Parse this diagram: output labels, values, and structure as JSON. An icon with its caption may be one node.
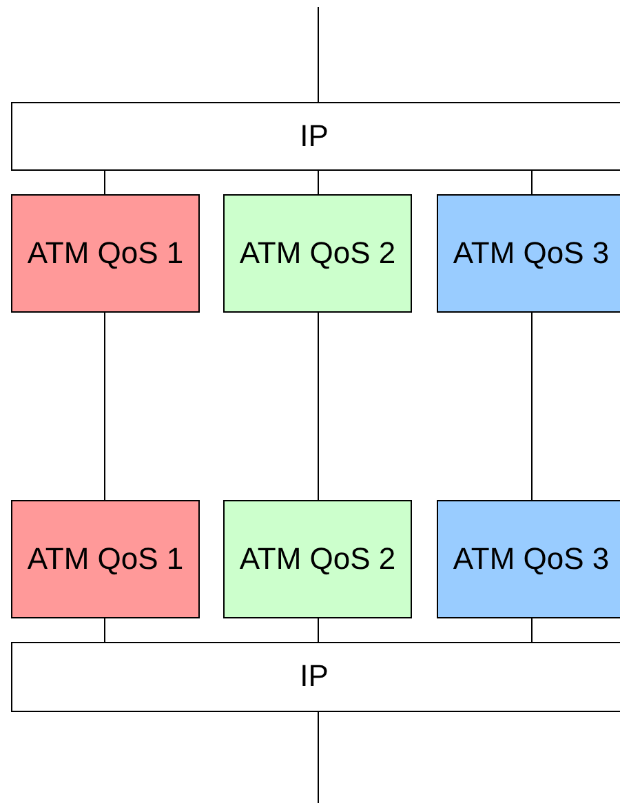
{
  "diagram": {
    "nodes": [
      {
        "text": [
          "IP"
        ]
      },
      {
        "text": [
          "ATM QoS 1"
        ]
      },
      {
        "text": [
          "ATM QoS 2"
        ]
      },
      {
        "text": [
          "ATM QoS 3"
        ]
      },
      {
        "text": [
          "ATM QoS 1"
        ]
      },
      {
        "text": [
          "ATM QoS 2"
        ]
      },
      {
        "text": [
          "ATM QoS 3"
        ]
      },
      {
        "text": [
          "IP"
        ]
      }
    ],
    "edges": [
      {
        "from": null,
        "to": 0,
        "arrow": "none"
      },
      {
        "from": 0,
        "to": 1,
        "arrow": "none"
      },
      {
        "from": 0,
        "to": 2,
        "arrow": "none"
      },
      {
        "from": 0,
        "to": 3,
        "arrow": "none"
      },
      {
        "from": 1,
        "to": 4,
        "arrow": "none"
      },
      {
        "from": 2,
        "to": 5,
        "arrow": "none"
      },
      {
        "from": 3,
        "to": 6,
        "arrow": "none"
      },
      {
        "from": 4,
        "to": 7,
        "arrow": "none"
      },
      {
        "from": 5,
        "to": 7,
        "arrow": "none"
      },
      {
        "from": 6,
        "to": 7,
        "arrow": "none"
      },
      {
        "from": 7,
        "to": null,
        "arrow": "none"
      }
    ]
  }
}
